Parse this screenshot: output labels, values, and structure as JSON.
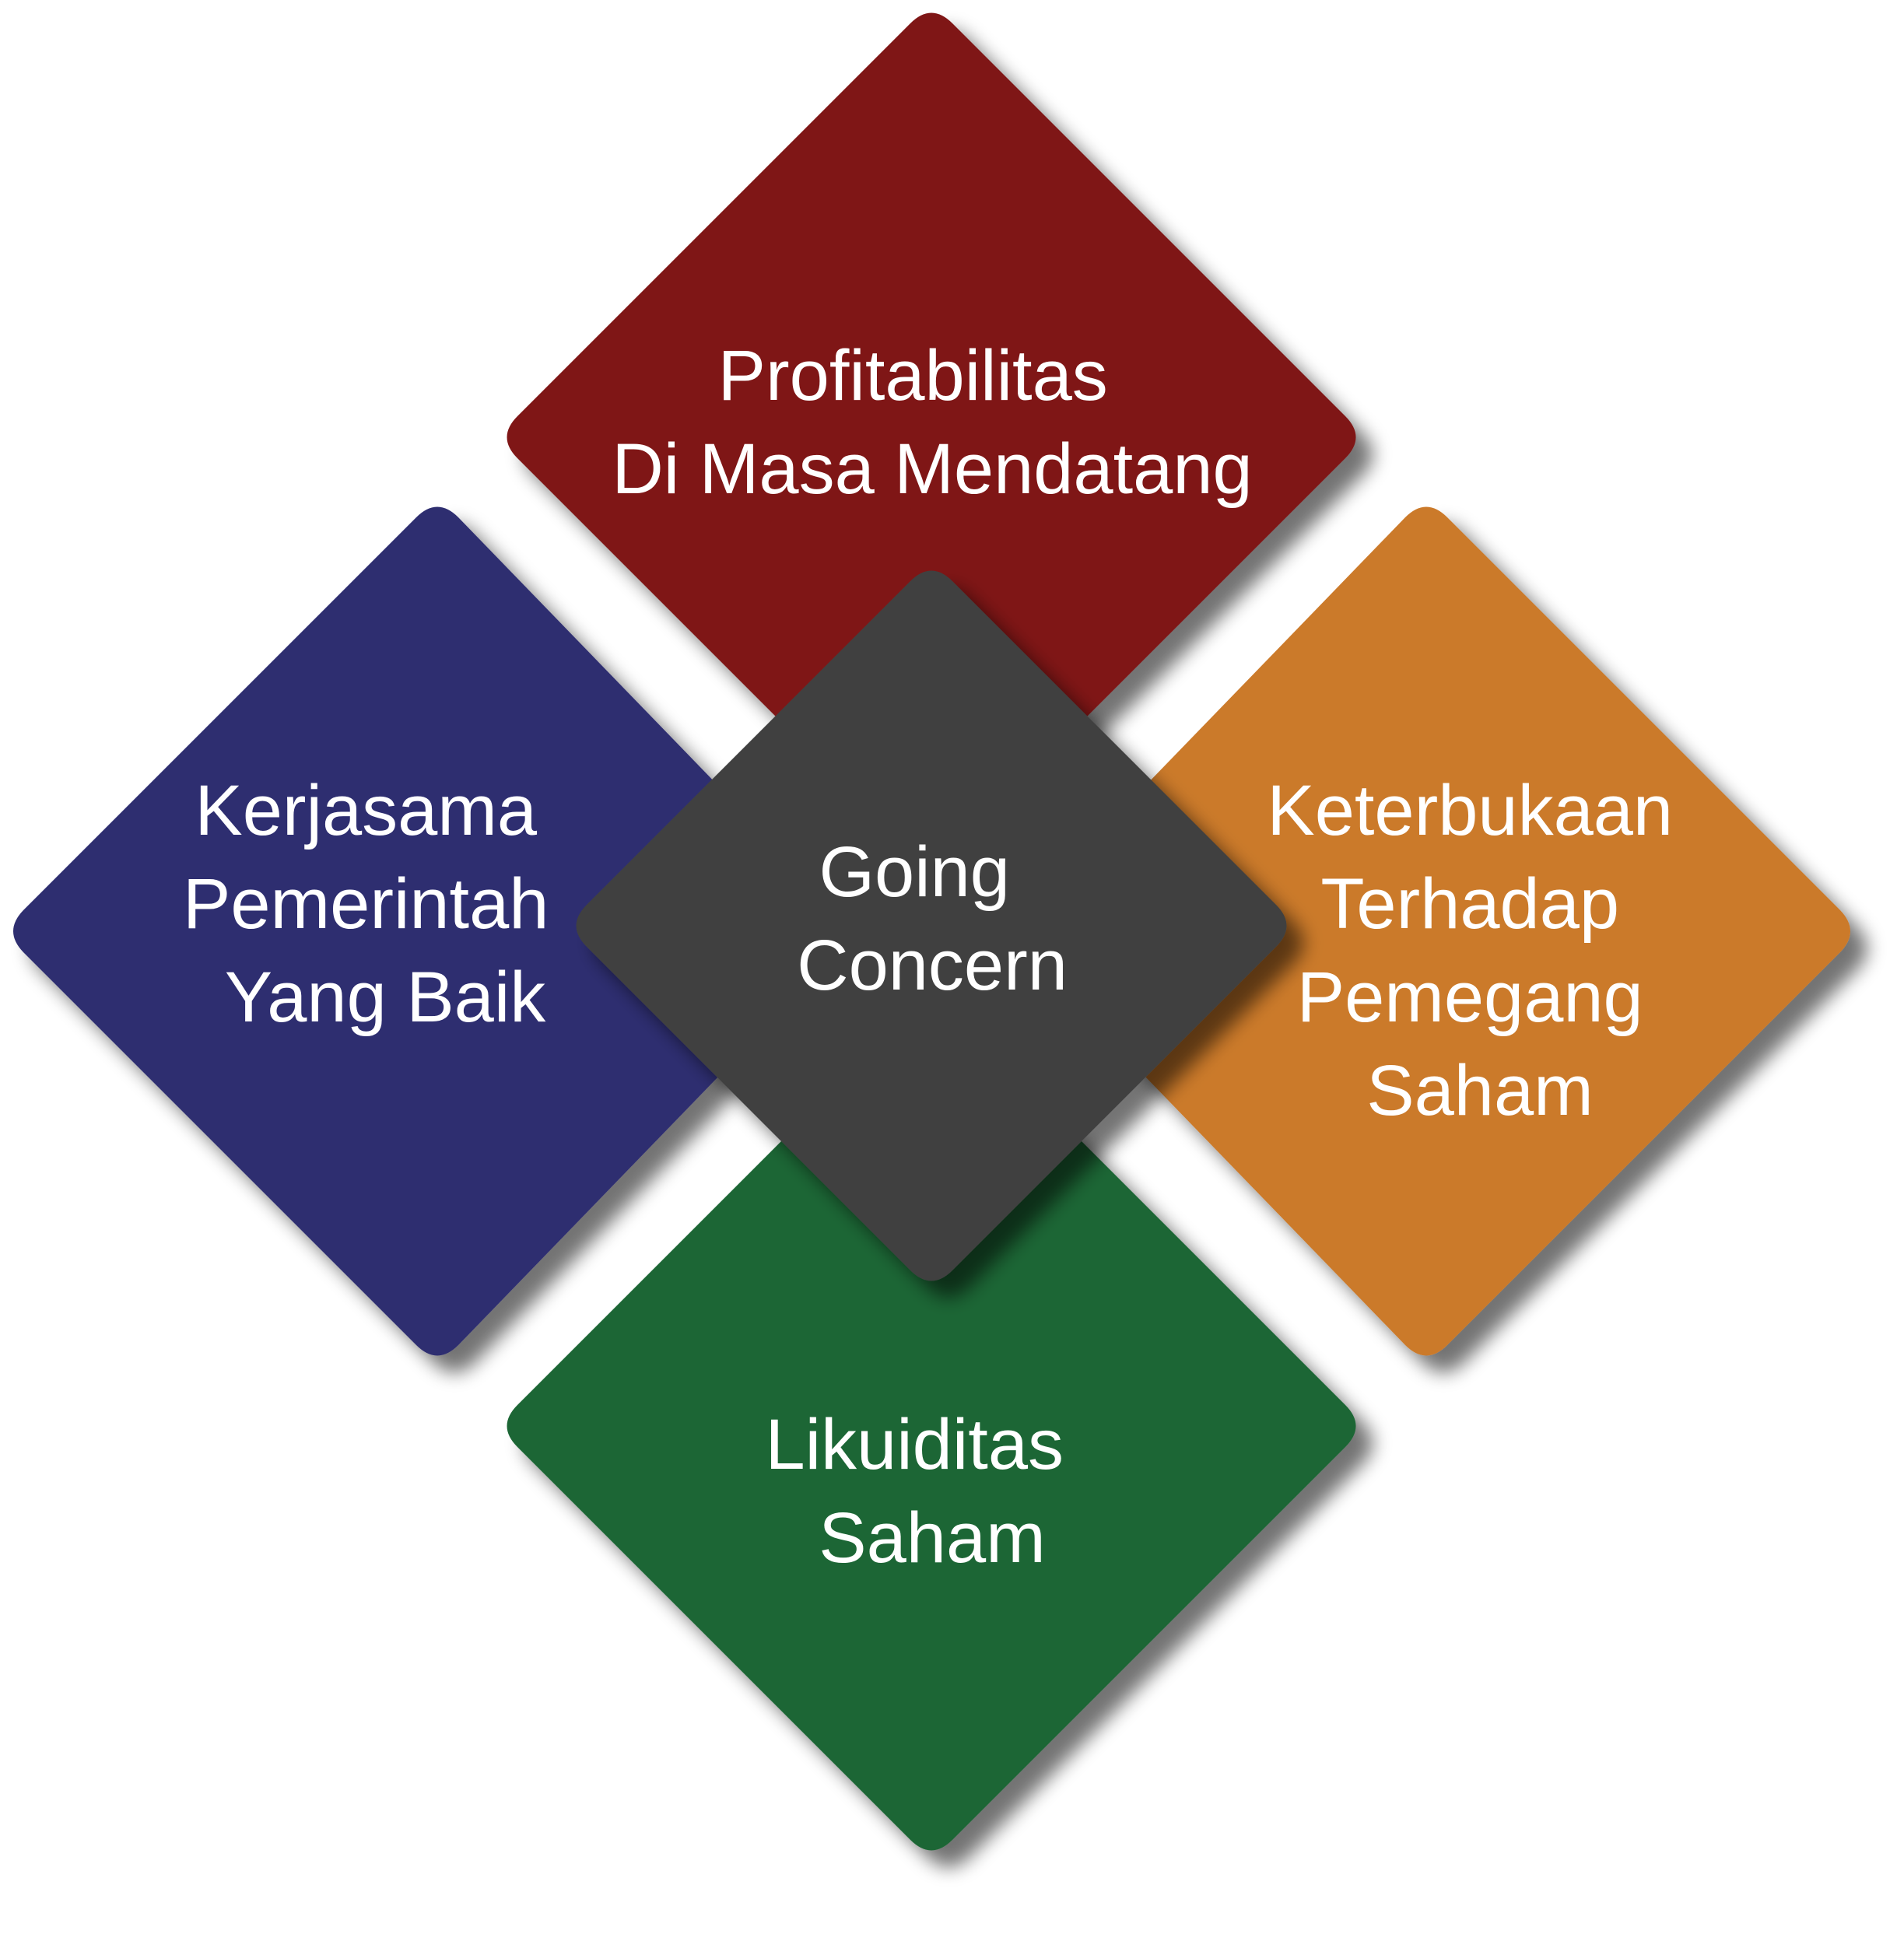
{
  "diagram": {
    "center": {
      "lines": [
        "Going",
        "Concern"
      ],
      "color": "#404040"
    },
    "top": {
      "lines": [
        "Profitabilitas",
        "Di Masa Mendatang"
      ],
      "color": "#7f1619"
    },
    "left": {
      "lines": [
        "Kerjasama",
        "Pemerintah",
        "Yang Baik"
      ],
      "color": "#2e2d70"
    },
    "right": {
      "lines": [
        "Keterbukaan",
        "Terhadap",
        "Pemegang",
        "Saham"
      ],
      "color": "#cb7a2c"
    },
    "bottom": {
      "lines": [
        "Likuiditas",
        "Saham"
      ],
      "color": "#1c6634"
    }
  }
}
